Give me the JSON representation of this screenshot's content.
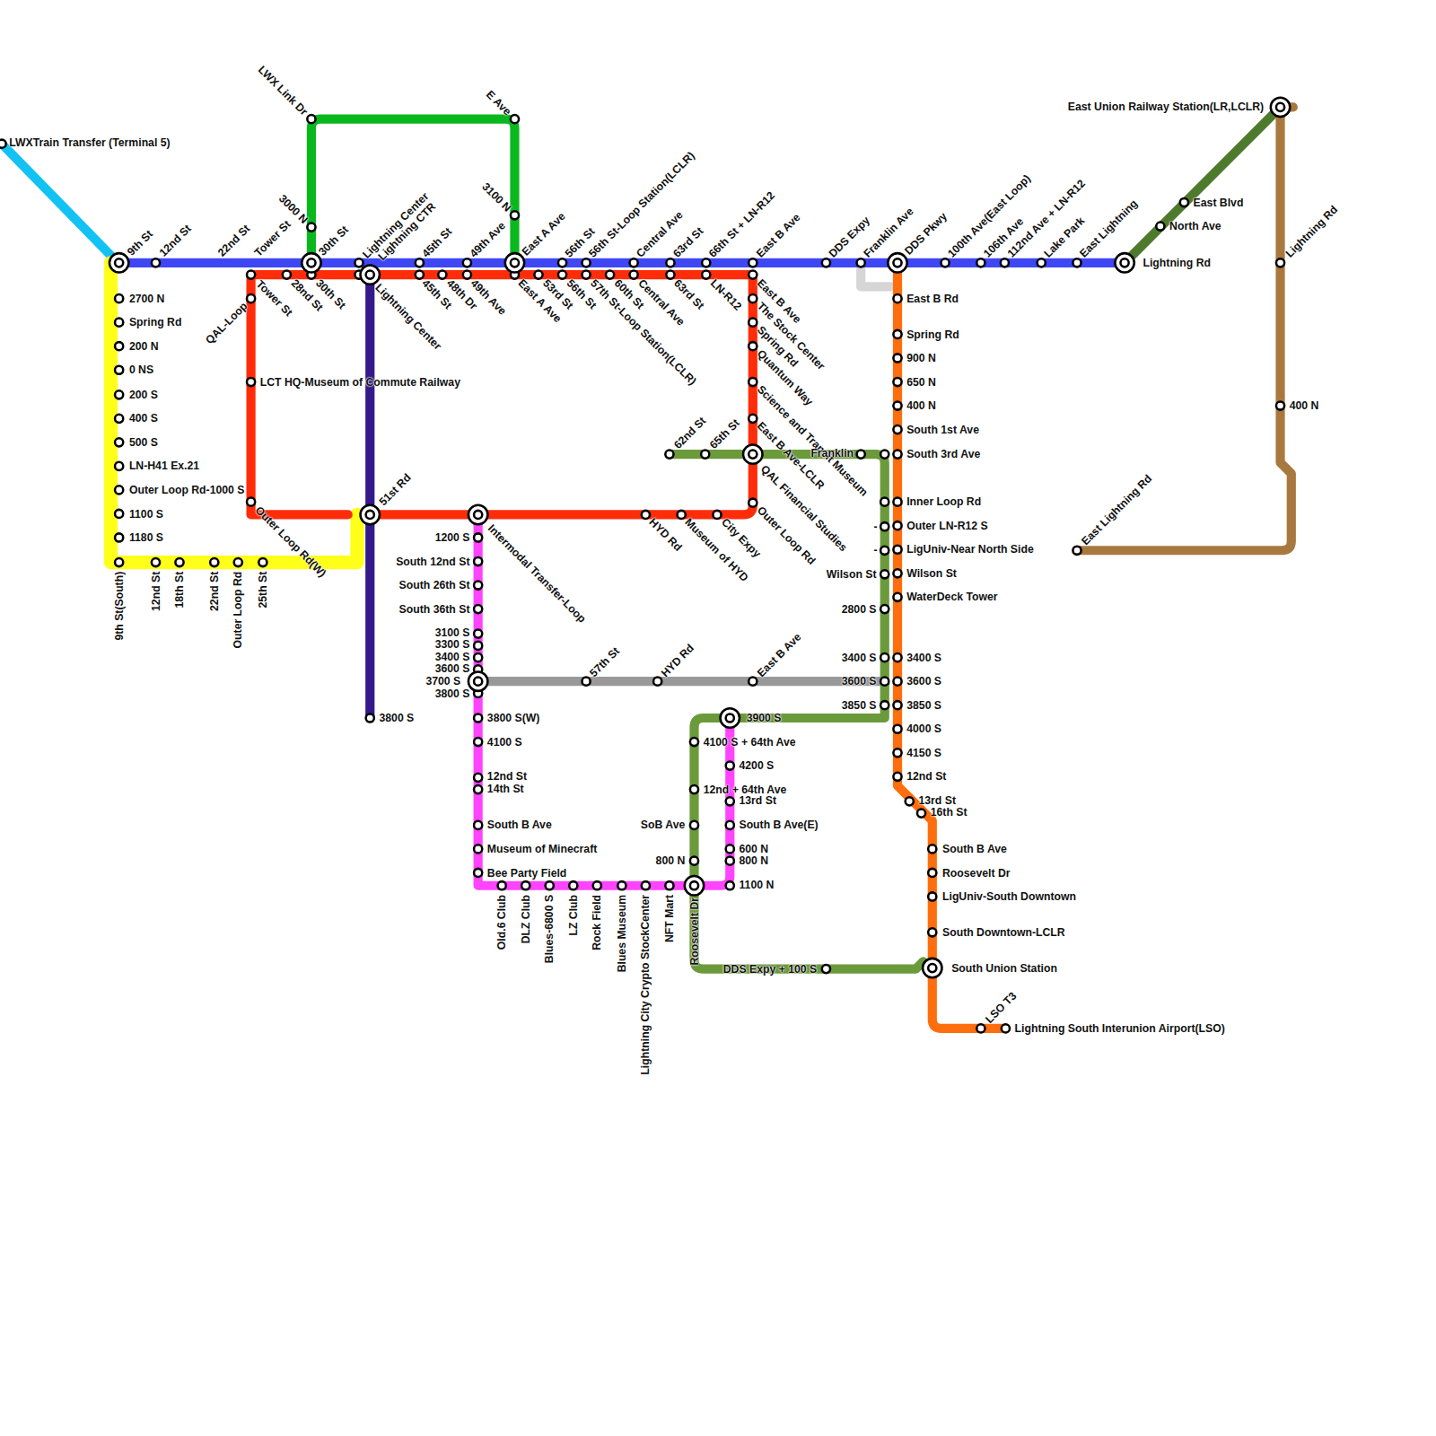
{
  "diagram": {
    "labels": [
      "LWXTrain Transfer (Terminal 5)",
      "9th St",
      "12nd St",
      "22nd St",
      "Tower St",
      "30th St",
      "Lightning Center",
      "Lightning CTR",
      "45th St",
      "49th Ave",
      "East A Ave",
      "56th St",
      "56th St-Loop Station(LCLR)",
      "Central Ave",
      "63rd St",
      "66th St + LN-R12",
      "East B Ave",
      "DDS Expy",
      "Franklin Ave",
      "DDS Pkwy",
      "100th Ave(East Loop)",
      "106th Ave",
      "112nd Ave + LN-R12",
      "Lake Park",
      "East Lightning",
      "Lightning Rd",
      "Tower St",
      "28nd St",
      "30th St",
      "Lightning Center",
      "45th St",
      "48th Dr",
      "49th Ave",
      "East A Ave",
      "53rd St",
      "56th St",
      "57th St-Loop Station(LCLR)",
      "60th St",
      "Central Ave",
      "63rd St",
      "LN-R12",
      "East B Ave",
      "The Stock Center",
      "Spring Rd",
      "Quantum Way",
      "Science and Transit Museum",
      "East B Ave-LCLR",
      "QAL Financial Studies",
      "Outer Loop Rd",
      "QAL-Loop",
      "LCT HQ-Museum of Commute Railway",
      "Outer Loop Rd(W)",
      "HYD Rd",
      "Museum of HYD",
      "City Expy",
      "LWX Link Dr",
      "3000 N",
      "E Ave",
      "3100 N",
      "2700 N",
      "Spring Rd",
      "200 N",
      "0 NS",
      "200 S",
      "400 S",
      "500 S",
      "LN-H41 Ex.21",
      "Outer Loop Rd-1000 S",
      "1100 S",
      "1180 S",
      "9th St(South)",
      "12nd St",
      "18th St",
      "22nd St",
      "Outer Loop Rd",
      "25th St",
      "51st Rd",
      "3800 S",
      "Intermodal Transfer-Loop",
      "1200 S",
      "South 12nd St",
      "South 26th St",
      "South 36th St",
      "3100 S",
      "3300 S",
      "3400 S",
      "3600 S",
      "3700 S",
      "3800 S",
      "3800 S(W)",
      "4100 S",
      "12nd St",
      "14th St",
      "South B Ave",
      "Museum of Minecraft",
      "Bee Party Field",
      "Old.6 Club",
      "DLZ Club",
      "Blues-6800 S",
      "LZ Club",
      "Rock Field",
      "Blues Museum",
      "Lightning City Crypto StockCenter",
      "NFT Mart",
      "Roosevelt Dr",
      "3900 S",
      "4200 S",
      "13rd St",
      "South B Ave(E)",
      "600 N",
      "800 N",
      "1100 N",
      "4100 S + 64th Ave",
      "12nd + 64th Ave",
      "SoB Ave",
      "800 N",
      "DDS Expy + 100 S",
      "62nd St",
      "65th St",
      "Franklin",
      "-",
      "-",
      "Wilson St",
      "2800 S",
      "3400 S",
      "3600 S",
      "3850 S",
      "57th St",
      "HYD Rd",
      "East B Ave",
      "East B Rd",
      "Spring Rd",
      "900 N",
      "650 N",
      "400 N",
      "South 1st Ave",
      "South 3rd Ave",
      "Inner Loop Rd",
      "Outer LN-R12 S",
      "LigUniv-Near North Side",
      "Wilson St",
      "WaterDeck Tower",
      "3400 S",
      "3600 S",
      "3850 S",
      "4000 S",
      "4150 S",
      "12nd St",
      "13rd St",
      "16th St",
      "South B Ave",
      "Roosevelt Dr",
      "LigUniv-South Downtown",
      "South Downtown-LCLR",
      "South Union Station",
      "LSO T3",
      "Lightning South Interunion Airport(LSO)",
      "North Ave",
      "East Blvd",
      "East Union Railway Station(LR,LCLR)",
      "Lightning Rd",
      "400 N",
      "East Lightning Rd"
    ]
  }
}
